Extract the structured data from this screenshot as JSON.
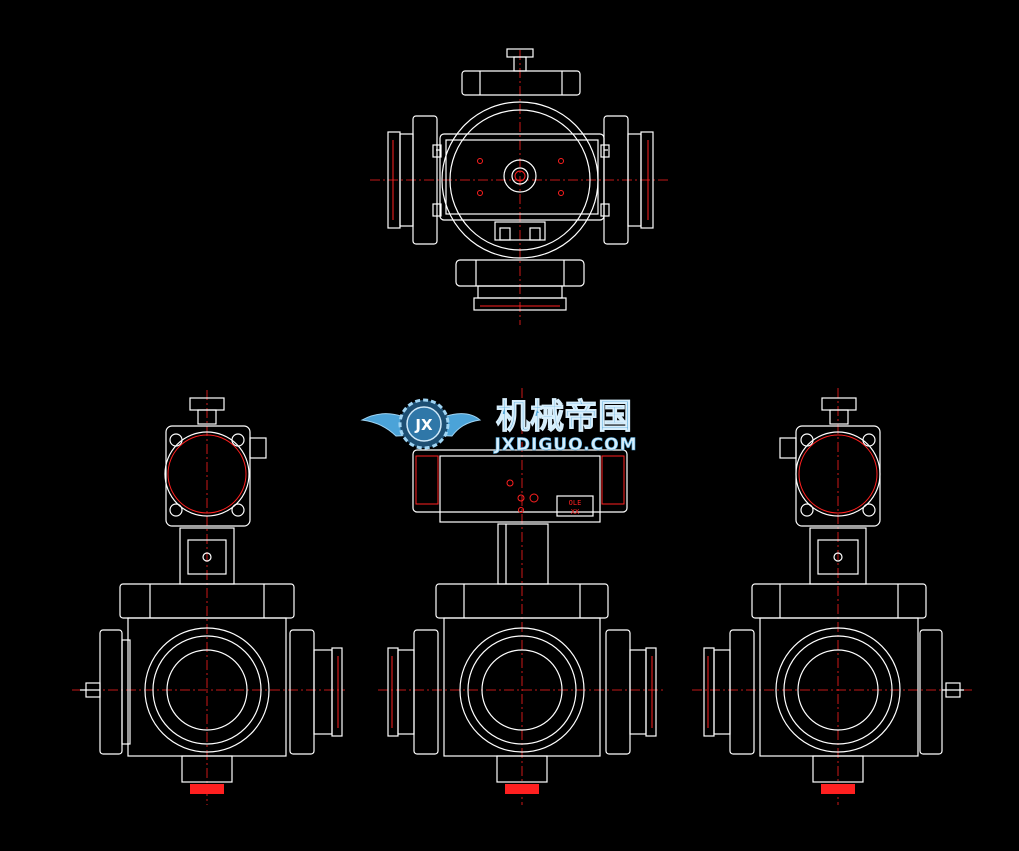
{
  "watermark": {
    "title": "机械帝国",
    "url": "JXDIGUO.COM",
    "badge": "JX"
  },
  "nameplate": {
    "line1": "OLE",
    "line2": "XX"
  },
  "colors": {
    "background": "#000000",
    "outline": "#ffffff",
    "centerline": "#ff2020",
    "logo_blue": "#4ba3d8"
  }
}
